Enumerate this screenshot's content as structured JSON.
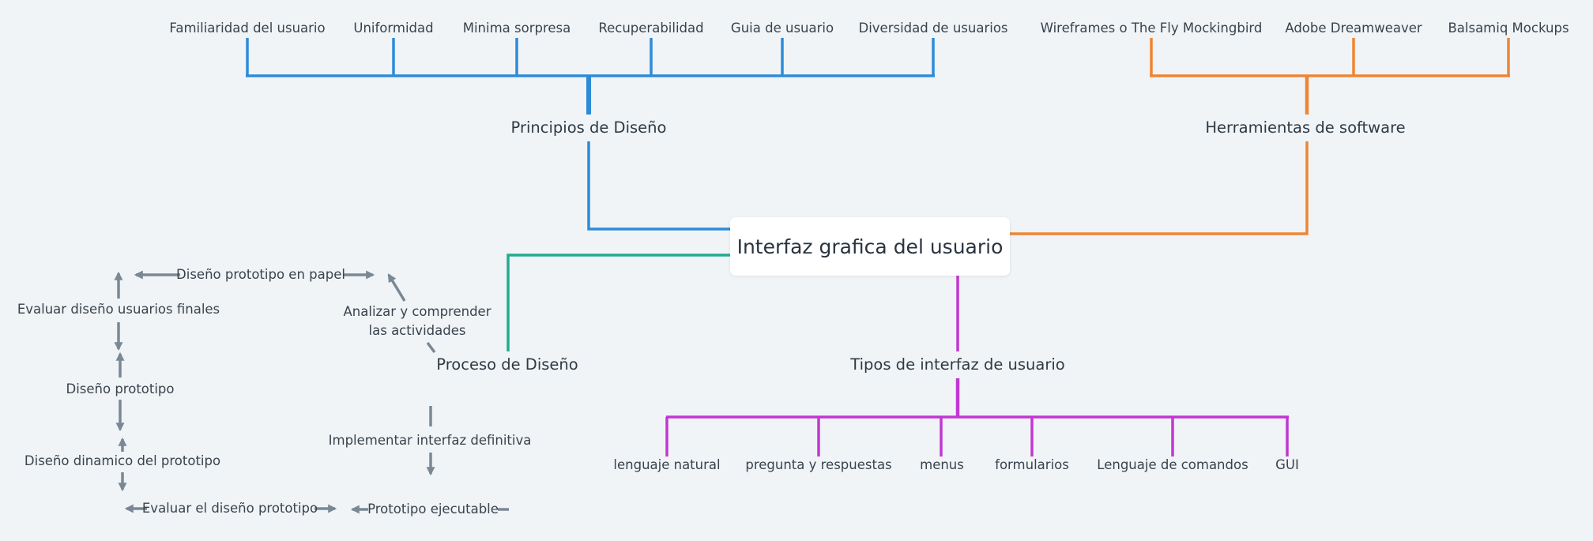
{
  "root": {
    "label": "Interfaz grafica del usuario"
  },
  "colors": {
    "principios": "#2e8bd8",
    "herramientas": "#ee8534",
    "tipos": "#c237d2",
    "proceso": "#1fad92",
    "flow": "#7a8896"
  },
  "principios": {
    "label": "Principios de Diseño",
    "items": [
      "Familiaridad del usuario",
      "Uniformidad",
      "Minima sorpresa",
      "Recuperabilidad",
      "Guia de usuario",
      "Diversidad de usuarios"
    ]
  },
  "herramientas": {
    "label": "Herramientas de software",
    "items": [
      "Wireframes o The Fly Mockingbird",
      "Adobe Dreamweaver",
      "Balsamiq Mockups"
    ]
  },
  "tipos": {
    "label": "Tipos de interfaz de usuario",
    "items": [
      "lenguaje natural",
      "pregunta y respuestas",
      "menus",
      "formularios",
      "Lenguaje de comandos",
      "GUI"
    ]
  },
  "proceso": {
    "label": "Proceso de Diseño",
    "steps": [
      "Analizar y comprender las actividades",
      "Diseño prototipo en papel",
      "Evaluar diseño usuarios finales",
      "Diseño prototipo",
      "Diseño dinamico del prototipo",
      "Evaluar el diseño prototipo",
      "Prototipo ejecutable",
      "Implementar interfaz definitiva"
    ]
  }
}
